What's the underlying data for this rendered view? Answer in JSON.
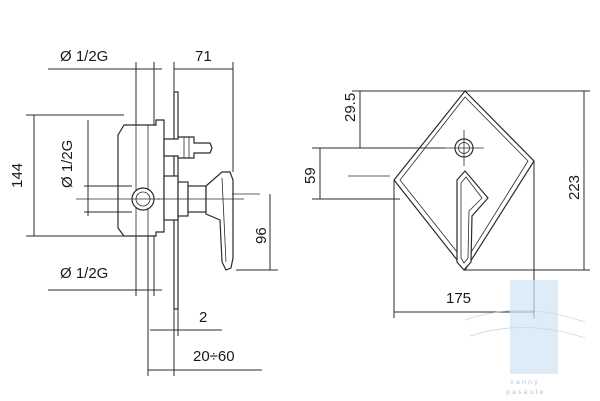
{
  "dimensions": {
    "side_view": {
      "inlet_top": "Ø 1/2G",
      "depth": "71",
      "height": "144",
      "outlet_side": "Ø 1/2G",
      "handle_height": "96",
      "inlet_bottom": "Ø 1/2G",
      "plate_thickness": "2",
      "wall_range": "20÷60"
    },
    "front_view": {
      "top_offset": "29.5",
      "center_offset": "59",
      "overall_height": "223",
      "overall_width": "175"
    }
  },
  "watermark": {
    "line1": "vanny",
    "line2": "pasaule"
  },
  "colors": {
    "line": "#2b2b2b",
    "watermark": "#9aa8b4",
    "watermark_band": "#cfe4f3"
  }
}
